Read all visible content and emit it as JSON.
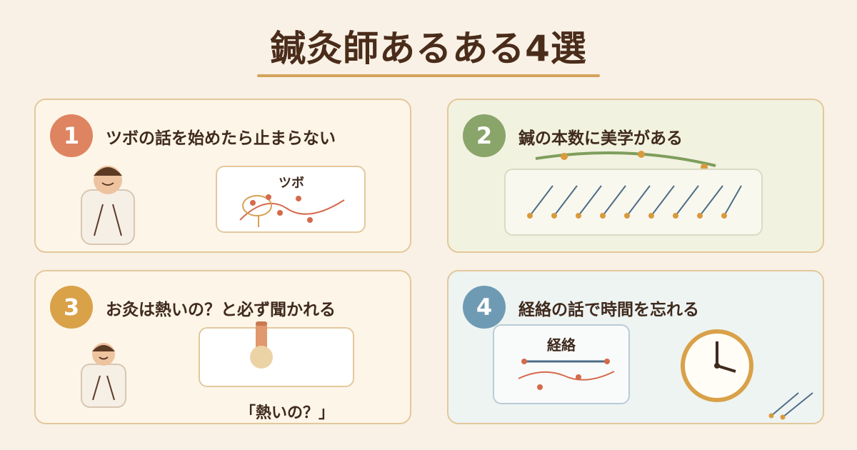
{
  "title": "鍼灸師あるある4選",
  "cards": [
    {
      "number": "1",
      "text": "ツボの話を始めたら止まらない",
      "diagram_label": "ツボ"
    },
    {
      "number": "2",
      "text": "鍼の本数に美学がある"
    },
    {
      "number": "3",
      "text": "お灸は熱いの？と必ず聞かれる",
      "quote": "「熱いの？」"
    },
    {
      "number": "4",
      "text": "経絡の話で時間を忘れる",
      "diagram_label": "経絡"
    }
  ],
  "colors": {
    "background": "#f9f1e5",
    "title": "#4a2c1a",
    "accent": "#d3a35b",
    "badge1": "#df8460",
    "badge2": "#8aa56a",
    "badge3": "#d9a148",
    "badge4": "#6f9ab4"
  }
}
